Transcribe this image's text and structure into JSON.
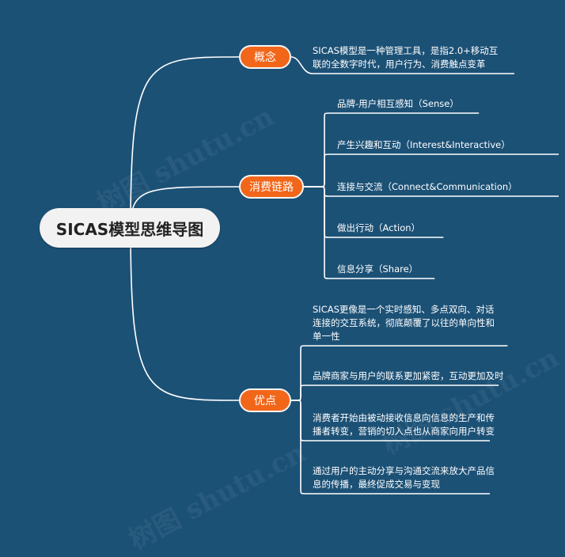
{
  "root": {
    "label": "SICAS模型思维导图"
  },
  "topics": [
    {
      "label": "概念",
      "leaves": [
        [
          "SICAS模型是一种管理工具，是指2.0+移动互",
          "联的全数字时代，用户行为、消费触点变革"
        ]
      ]
    },
    {
      "label": "消费链路",
      "leaves": [
        [
          "品牌-用户相互感知（Sense）"
        ],
        [
          "产生兴趣和互动（Interest&Interactive）"
        ],
        [
          "连接与交流（Connect&Communication）"
        ],
        [
          "做出行动（Action）"
        ],
        [
          "信息分享（Share）"
        ]
      ]
    },
    {
      "label": "优点",
      "leaves": [
        [
          "SICAS更像是一个实时感知、多点双向、对话",
          "连接的交互系统，彻底颠覆了以往的单向性和",
          "单一性"
        ],
        [
          "品牌商家与用户的联系更加紧密，互动更加及时"
        ],
        [
          "消费者开始由被动接收信息向信息的生产和传",
          "播者转变，营销的切入点也从商家向用户转变"
        ],
        [
          "通过用户的主动分享与沟通交流来放大产品信",
          "息的传播，最终促成交易与变现"
        ]
      ]
    }
  ],
  "watermark": {
    "text": "树图 shutu.cn"
  },
  "colors": {
    "background": "#1c5176",
    "topic": "#f2661a",
    "root": "#f2f2f2",
    "line": "#ffffff"
  }
}
